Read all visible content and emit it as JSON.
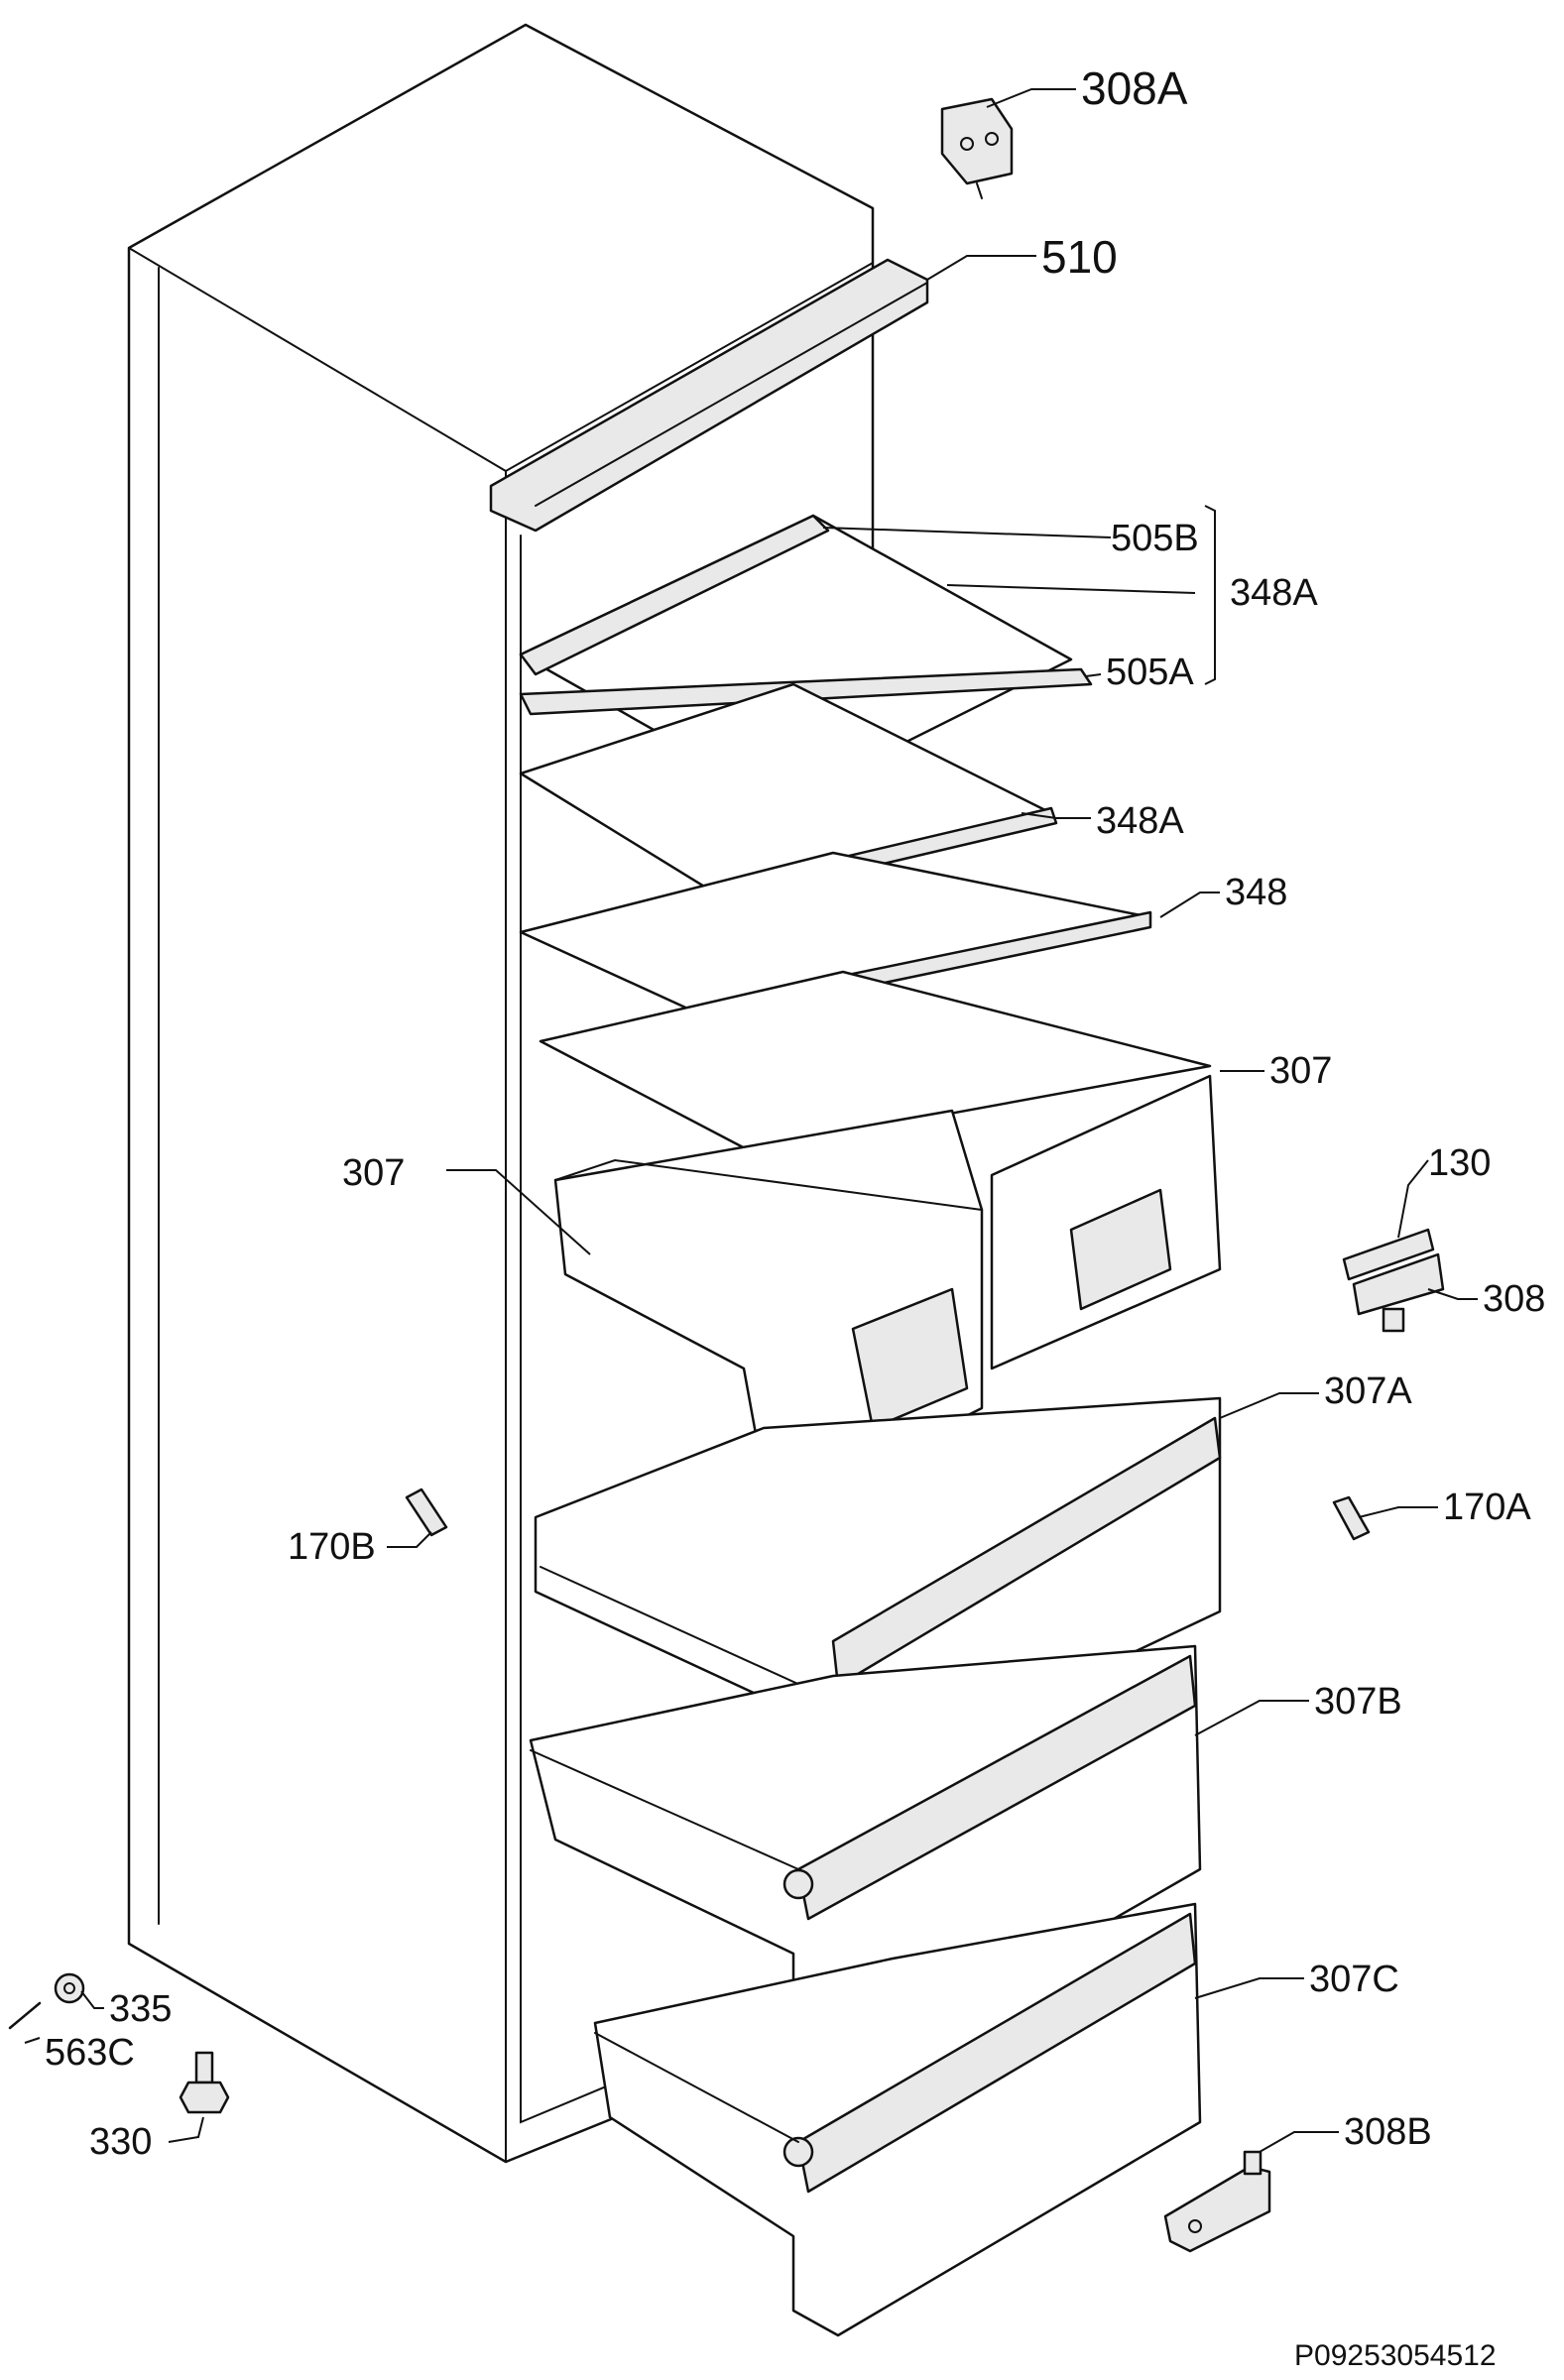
{
  "labels": {
    "l308a": "308A",
    "l510": "510",
    "l505b": "505B",
    "l348a_group": "348A",
    "l505a": "505A",
    "l348a": "348A",
    "l348": "348",
    "l307_right": "307",
    "l307_left": "307",
    "l130": "130",
    "l308": "308",
    "l307a": "307A",
    "l170a": "170A",
    "l170b": "170B",
    "l307b": "307B",
    "l335": "335",
    "l563c": "563C",
    "l307c": "307C",
    "l330": "330",
    "l308b": "308B"
  },
  "drawing_code": "P09253054512"
}
